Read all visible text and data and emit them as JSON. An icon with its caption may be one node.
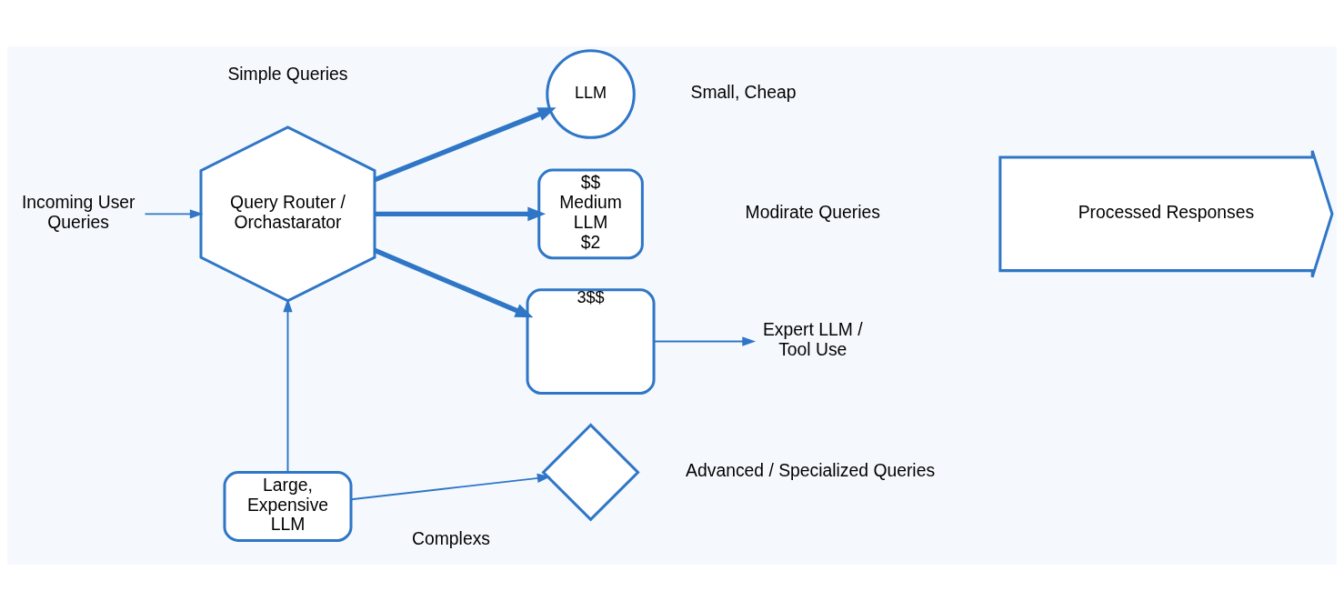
{
  "diagram": {
    "nodes": [
      {
        "text": [
          "Incoming User Queries"
        ]
      },
      {
        "text": [
          "Query Router / Orchastarator"
        ]
      },
      {
        "text": [
          "LLM"
        ],
        "beside": [
          "Small, Cheap"
        ]
      },
      {
        "text": [
          "$$",
          "Medium LLM",
          "$2"
        ]
      },
      {
        "text": [
          "3$$"
        ]
      },
      {
        "text": [
          "Expert LLM / Tool Use"
        ]
      },
      {
        "text": [
          "Large, Expensive LLM"
        ]
      },
      {
        "text": [],
        "shape": "diamond",
        "beside": [
          "Advanced / Specialized Queries"
        ]
      },
      {
        "text": [
          "Processed Responses"
        ]
      }
    ],
    "edges": [
      {
        "from": 0,
        "to": 1,
        "arrow": "to"
      },
      {
        "from": 1,
        "to": 2,
        "arrow": "to",
        "style": "thick"
      },
      {
        "from": 1,
        "to": 3,
        "arrow": "to",
        "style": "thick"
      },
      {
        "from": 1,
        "to": 4,
        "arrow": "to",
        "style": "thick"
      },
      {
        "from": 4,
        "to": 5,
        "arrow": "to"
      },
      {
        "from": 6,
        "to": 1,
        "arrow": "to"
      },
      {
        "from": 6,
        "to": 7,
        "arrow": "to"
      }
    ],
    "labels": [
      "Simple Queries",
      "Modirate Queries",
      "Complexs"
    ]
  }
}
